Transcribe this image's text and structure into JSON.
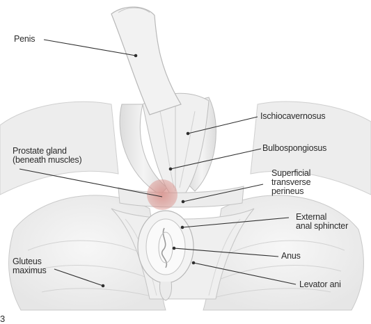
{
  "labels": {
    "penis": "Penis",
    "ischiocavernosus": "Ischiocavernosus",
    "bulbospongiosus": "Bulbospongiosus",
    "prostate_line1": "Prostate gland",
    "prostate_line2": "(beneath muscles)",
    "sup_trans_line1": "Superficial",
    "sup_trans_line2": "transverse",
    "sup_trans_line3": "perineus",
    "ext_anal_line1": "External",
    "ext_anal_line2": "anal sphincter",
    "anus": "Anus",
    "gluteus_line1": "Gluteus",
    "gluteus_line2": "maximus",
    "levator_ani": "Levator ani",
    "corner_mark": "3"
  },
  "colors": {
    "prostate_highlight": "#d9908a",
    "leader_line": "#2e2e2e",
    "label_text": "#2b2b2b"
  }
}
